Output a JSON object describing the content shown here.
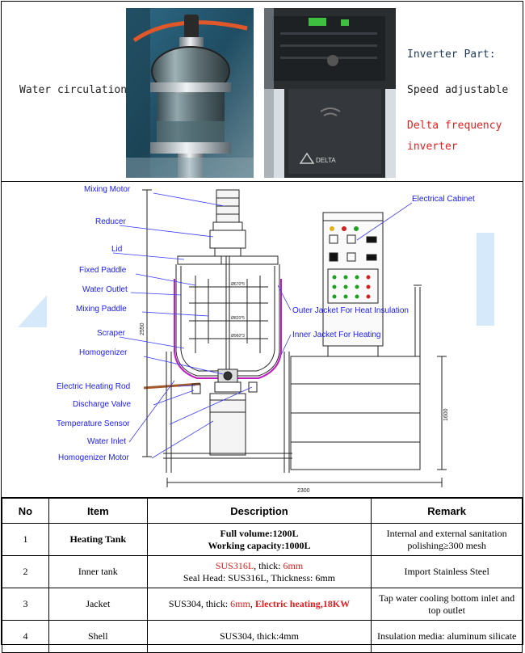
{
  "top": {
    "water_label": "Water circulation",
    "inverter_title": "Inverter Part:",
    "speed_text": "Speed adjustable",
    "delta_line1": "Delta frequency",
    "delta_line2": "inverter",
    "inverter_brand": "DELTA",
    "colors": {
      "title": "#1f3a5a",
      "red": "#e02020"
    }
  },
  "diagram": {
    "labels": {
      "mixing_motor": "Mixing Motor",
      "reducer": "Reducer",
      "lid": "Lid",
      "fixed_paddle": "Fixed Paddle",
      "water_outlet": "Water Outlet",
      "mixing_paddle": "Mixing Paddle",
      "scraper": "Scraper",
      "homogenizer": "Homogenizer",
      "electric_heating_rod": "Electric Heating Rod",
      "discharge_valve": "Discharge Valve",
      "temperature_sensor": "Temperature Sensor",
      "water_inlet": "Water Inlet",
      "homogenizer_motor": "Homogenizer Motor",
      "electrical_cabinet": "Electrical Cabinet",
      "outer_jacket": "Outer Jacket For Heat Insulation",
      "inner_jacket": "Inner Jacket For Heating"
    },
    "dims": {
      "width": "2300",
      "height_total": "2550",
      "height_frame": "1600"
    },
    "inner_marks": [
      "Ø670*5",
      "Ø820*5",
      "Ø960*3"
    ]
  },
  "table": {
    "headers": [
      "No",
      "Item",
      "Description",
      "Remark"
    ],
    "rows": [
      {
        "no": "1",
        "item": "Heating Tank",
        "desc_line1": "Full volume:1200L",
        "desc_line2": "Working capacity:1000L",
        "remark": "Internal and external sanitation polishing≥300 mesh"
      },
      {
        "no": "2",
        "item": "Inner tank",
        "desc_red": "SUS316L",
        "desc_mid": ", thick: ",
        "desc_red2": "6mm",
        "desc_line2": "Seal Head: SUS316L, Thickness: 6mm",
        "remark": "Import Stainless Steel"
      },
      {
        "no": "3",
        "item": "Jacket",
        "desc_a": "SUS304, thick: ",
        "desc_red": "6mm",
        "desc_sep": ", ",
        "desc_red_bold": "Electric heating,18KW",
        "remark": "Tap water cooling bottom inlet and top outlet"
      },
      {
        "no": "4",
        "item": "Shell",
        "desc": "SUS304, thick:4mm",
        "remark": "Insulation media: aluminum silicate"
      }
    ]
  }
}
